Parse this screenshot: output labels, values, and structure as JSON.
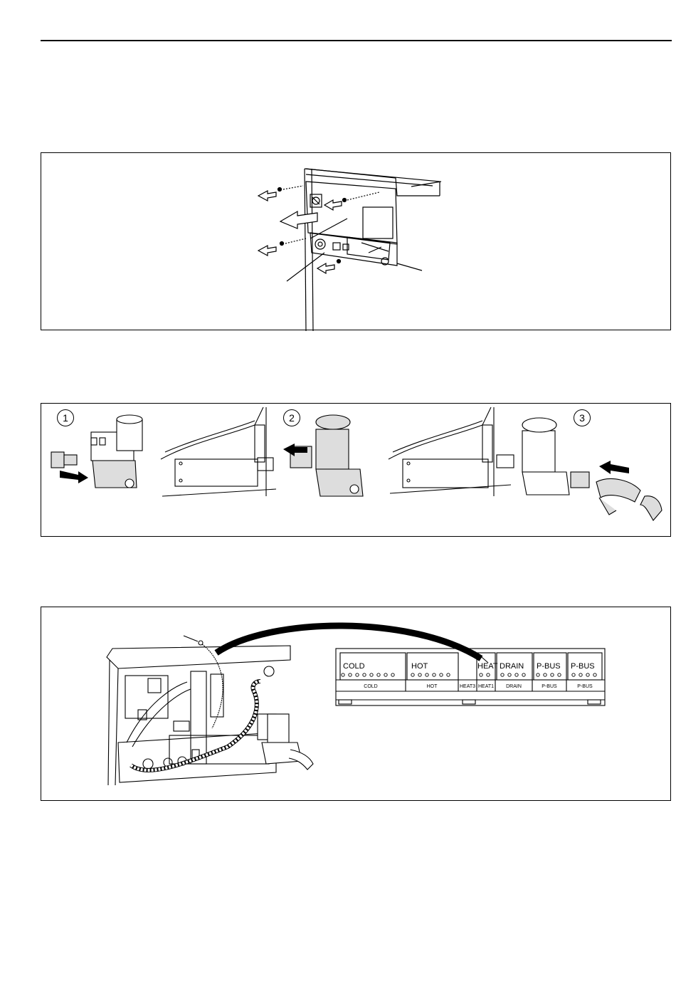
{
  "figure3": {
    "board": {
      "top_labels": [
        "COLD",
        "HOT",
        "HEAT",
        "DRAIN",
        "P-BUS",
        "P-BUS"
      ],
      "bottom_labels": [
        "COLD",
        "HOT",
        "HEAT3",
        "HEAT1",
        "DRAIN",
        "P-BUS",
        "P-BUS"
      ]
    }
  },
  "figure2": {
    "steps": [
      "1",
      "2",
      "3"
    ]
  }
}
